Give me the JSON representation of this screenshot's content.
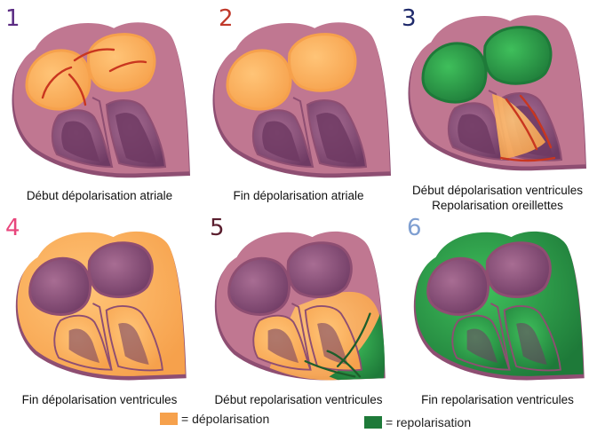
{
  "colors": {
    "depol": "#f6a14c",
    "repol": "#1e7a39",
    "repol_light": "#3fbf5b",
    "wall": "#c07791",
    "wall_dark": "#8e4e72",
    "cavity": "#6e3a63",
    "arrow_red": "#c9361f",
    "arrow_green": "#1d5e2b"
  },
  "panels": [
    {
      "number": "1",
      "number_color": "#5b2c83",
      "caption_lines": [
        "Début dépolarisation atriale"
      ],
      "state": "atria-depol-start"
    },
    {
      "number": "2",
      "number_color": "#c0392b",
      "caption_lines": [
        "Fin dépolarisation atriale"
      ],
      "state": "atria-depol-end"
    },
    {
      "number": "3",
      "number_color": "#1f2a6b",
      "caption_lines": [
        "Début dépolarisation ventricules",
        "Repolarisation oreillettes"
      ],
      "state": "ventricle-depol-start"
    },
    {
      "number": "4",
      "number_color": "#e8467c",
      "caption_lines": [
        "Fin dépolarisation ventricules"
      ],
      "state": "ventricle-depol-end"
    },
    {
      "number": "5",
      "number_color": "#5a1e2e",
      "caption_lines": [
        "Début repolarisation ventricules"
      ],
      "state": "ventricle-repol-start"
    },
    {
      "number": "6",
      "number_color": "#7f9fd1",
      "caption_lines": [
        "Fin repolarisation ventricules"
      ],
      "state": "ventricle-repol-end"
    }
  ],
  "legend": {
    "depol_label": "= dépolarisation",
    "repol_label": "= repolarisation"
  }
}
